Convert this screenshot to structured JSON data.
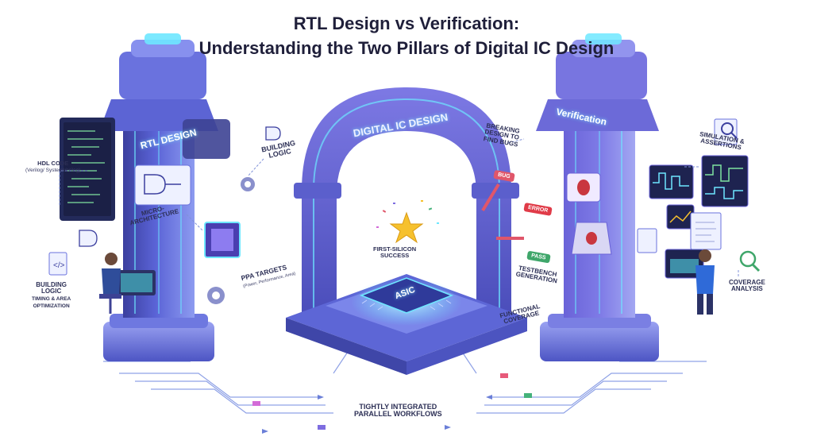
{
  "title": {
    "line1": "RTL Design vs Verification:",
    "line2": "Understanding the Two Pillars of Digital IC Design"
  },
  "pillars": {
    "left_sign": "RTL DESIGN",
    "right_sign": "Verification"
  },
  "arch": {
    "label": "DIGITAL IC DESIGN"
  },
  "chip": {
    "label": "ASIC"
  },
  "left_labels": {
    "hdl_code": "HDL CODE",
    "hdl_langs": "(Verilog/ SystemVerilog)",
    "micro_arch_1": "MICRO-",
    "micro_arch_2": "ARCHITECTURE",
    "building_logic_top_1": "BUILDING",
    "building_logic_top_2": "LOGIC",
    "building_logic_bottom_1": "BUILDING",
    "building_logic_bottom_2": "LOGIC",
    "timing_1": "TIMING & AREA",
    "timing_2": "OPTIMIZATION",
    "ppa": "PPA TARGETS",
    "ppa_sub": "(Power, Performance, Area)"
  },
  "center_labels": {
    "success_1": "FIRST-SILICON",
    "success_2": "SUCCESS",
    "workflow_1": "TIGHTLY INTEGRATED",
    "workflow_2": "PARALLEL WORKFLOWS"
  },
  "right_labels": {
    "breaking_1": "BREAKING",
    "breaking_2": "DESIGN TO",
    "breaking_3": "FIND BUGS",
    "tag_bug": "BUG",
    "tag_error": "ERROR",
    "tag_pass": "PASS",
    "testbench_1": "TESTBENCH",
    "testbench_2": "GENERATION",
    "functional_1": "FUNCTIONAL",
    "functional_2": "COVERAGE",
    "simulation_1": "SIMULATION &",
    "simulation_2": "ASSERTIONS",
    "coverage_1": "COVERAGE",
    "coverage_2": "ANALYSIS"
  },
  "colors": {
    "pillar_dark": "#3b3f9e",
    "pillar_mid": "#5a63d6",
    "pillar_light": "#8d9bf0",
    "arch": "#6d68d9",
    "glow": "#6ee7ff",
    "bug_tag": "#e0566a",
    "error_tag": "#e03b48",
    "pass_tag": "#3fa66a",
    "title": "#1f1f3a"
  },
  "icons": [
    "monitor-code-icon",
    "logic-gate-icon",
    "gear-icon",
    "microchip-icon",
    "star-icon",
    "engineer-icon",
    "probe-icon",
    "bug-icon",
    "magnifier-icon",
    "waveform-icon",
    "document-icon"
  ]
}
